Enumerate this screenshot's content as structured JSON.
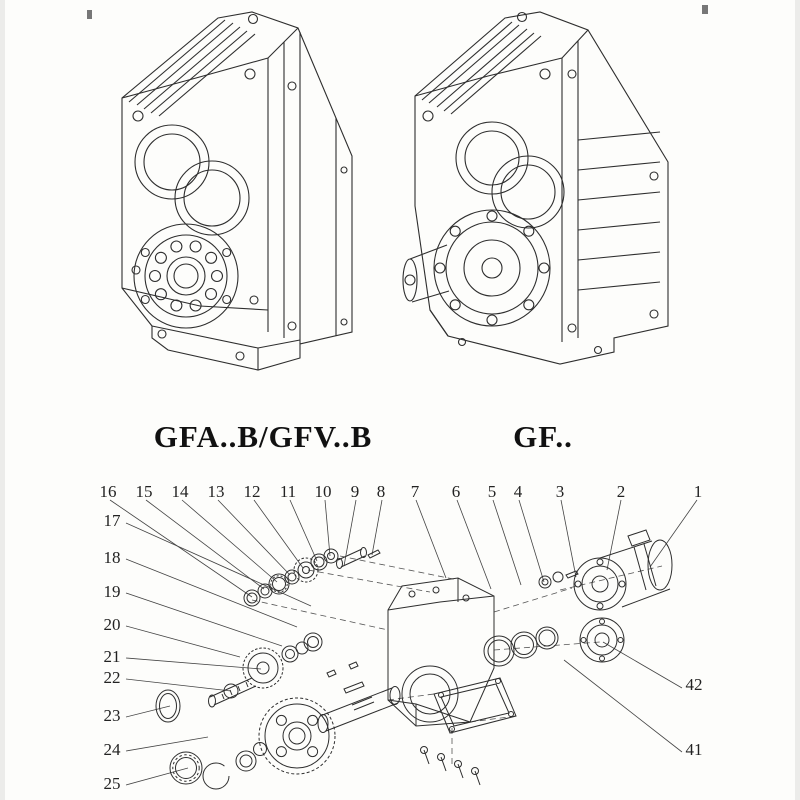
{
  "page": {
    "background": "#fdfdfb",
    "line_color": "#2e2e2e"
  },
  "models": {
    "left_label": "GFA..B/GFV..B",
    "right_label": "GF.."
  },
  "exploded": {
    "callouts_top": [
      "16",
      "15",
      "14",
      "13",
      "12",
      "11",
      "10",
      "9",
      "8",
      "7",
      "6",
      "5",
      "4",
      "3",
      "2",
      "1"
    ],
    "callouts_left": [
      "17",
      "18",
      "19",
      "20",
      "21",
      "22",
      "23",
      "24",
      "25"
    ],
    "callouts_right": [
      "42",
      "41"
    ]
  }
}
